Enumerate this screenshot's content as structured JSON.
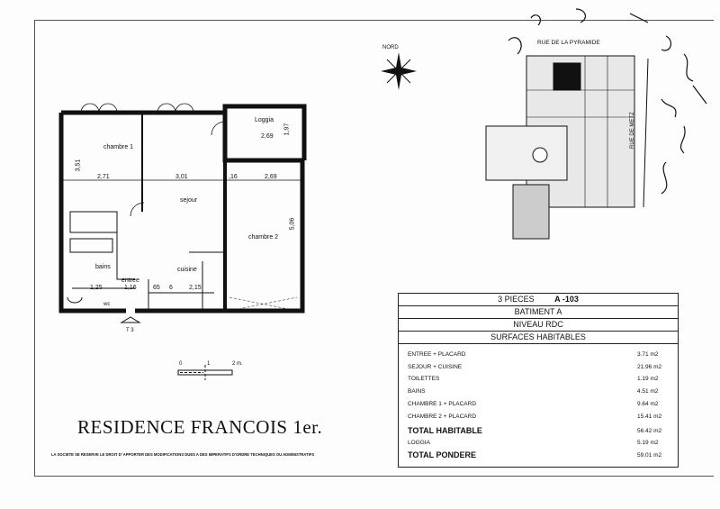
{
  "header": {
    "north": "NORD",
    "street_top": "RUE DE LA PYRAMIDE",
    "street_side": "RUE DE METZ"
  },
  "plan": {
    "rooms": {
      "chambre1": "chambre 1",
      "sejour": "sejour",
      "chambre2": "chambre 2",
      "loggia": "Loggia",
      "bains": "bains",
      "cuisine": "cuisine",
      "entree": "entree",
      "wc": "wc"
    },
    "dims": {
      "d351": "3,51",
      "d271": "2,71",
      "d301": "3,01",
      "d16": ",16",
      "d269a": "2,69",
      "d269b": "2,69",
      "d197": "1,97",
      "d506": "5,06",
      "d125": "1,25",
      "d116": "1,16",
      "d65": "65",
      "d6": "6",
      "d215": "2,15"
    },
    "stair": "T 3",
    "scale": {
      "s0": "0",
      "s1": "1",
      "s2": "2 m."
    }
  },
  "title": "RESIDENCE FRANCOIS  1er.",
  "disclaimer": "LA SOCIETE SE RESERVE LE DROIT D' APPORTER DES MODIFICATIONS DUES A DES IMPERATIFS D'ORDRE TECHNIQUES OU ADMINISTRATIFS",
  "table": {
    "pieces": "3 PIECES",
    "lot": "A -103",
    "batiment": "BATIMENT  A",
    "niveau": "NIVEAU  RDC",
    "surfaces": "SURFACES  HABITABLES",
    "rows": [
      {
        "label": "ENTREE  + PLACARD",
        "value": "3.71 m2"
      },
      {
        "label": "SEJOUR +  CUISINE",
        "value": "21.96 m2"
      },
      {
        "label": "TOILETTES",
        "value": "1.19 m2"
      },
      {
        "label": "BAINS",
        "value": "4.51 m2"
      },
      {
        "label": "CHAMBRE 1 + PLACARD",
        "value": "9.64 m2"
      },
      {
        "label": "CHAMBRE 2 + PLACARD",
        "value": "15.41 m2"
      }
    ],
    "total_habitable": {
      "label": "TOTAL HABITABLE",
      "value": "56.42 m2"
    },
    "loggia": {
      "label": "LOGGIA",
      "value": "5.19 m2"
    },
    "total_pondere": {
      "label": "TOTAL  PONDERE",
      "value": "59.01 m2"
    }
  }
}
